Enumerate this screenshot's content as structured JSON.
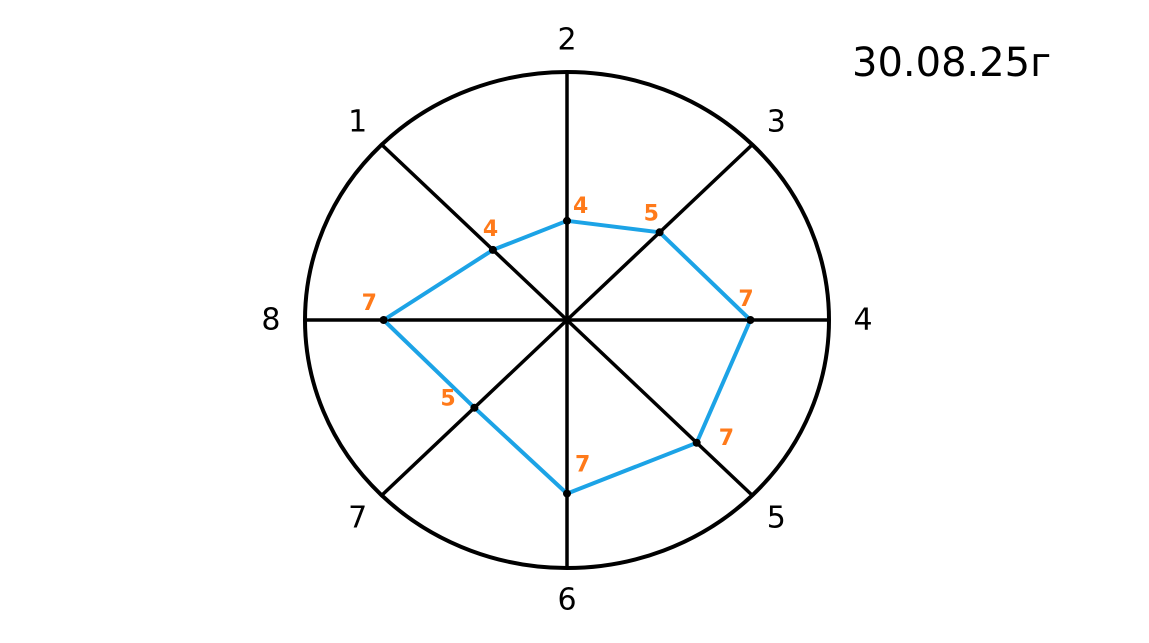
{
  "date_text": "30.08.25г",
  "colors": {
    "outline": "#000000",
    "polygon": "#1ca3e6",
    "value_text": "#ff7a1a"
  },
  "chart_data": {
    "type": "radar",
    "axes": [
      {
        "label": "1",
        "value": 4,
        "value_text": "4"
      },
      {
        "label": "2",
        "value": 4,
        "value_text": "4"
      },
      {
        "label": "3",
        "value": 5,
        "value_text": "5"
      },
      {
        "label": "4",
        "value": 7,
        "value_text": "7"
      },
      {
        "label": "5",
        "value": 7,
        "value_text": "7"
      },
      {
        "label": "6",
        "value": 7,
        "value_text": "7"
      },
      {
        "label": "7",
        "value": 5,
        "value_text": "5"
      },
      {
        "label": "8",
        "value": 7,
        "value_text": "7"
      }
    ]
  }
}
